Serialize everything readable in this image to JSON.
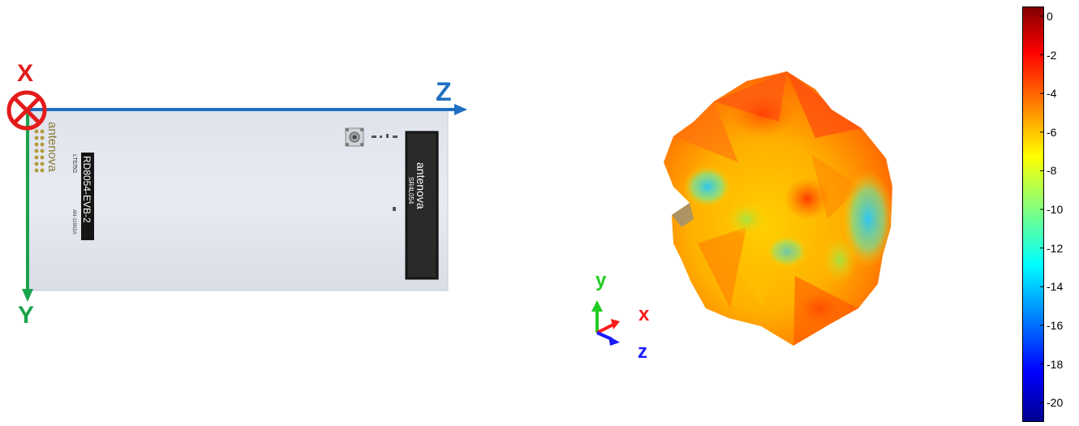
{
  "board": {
    "brand": "antenova",
    "board_label": "RD8054-EVB-2",
    "board_sub": "AN-11902A",
    "board_code": "LTE/5G",
    "antenna_brand": "antenova",
    "antenna_part": "SR4L054"
  },
  "board_axes": {
    "x_label": "X",
    "y_label": "Y",
    "z_label": "Z"
  },
  "triad": {
    "x_label": "x",
    "y_label": "y",
    "z_label": "z"
  },
  "colorbar": {
    "ticks": [
      "0",
      "-2",
      "-4",
      "-6",
      "-8",
      "-10",
      "-12",
      "-14",
      "-16",
      "-18",
      "-20"
    ],
    "range": [
      -21,
      0.5
    ],
    "colors": [
      "#00008f",
      "#0000ff",
      "#00ffff",
      "#ffff00",
      "#ff0000",
      "#800000"
    ]
  }
}
